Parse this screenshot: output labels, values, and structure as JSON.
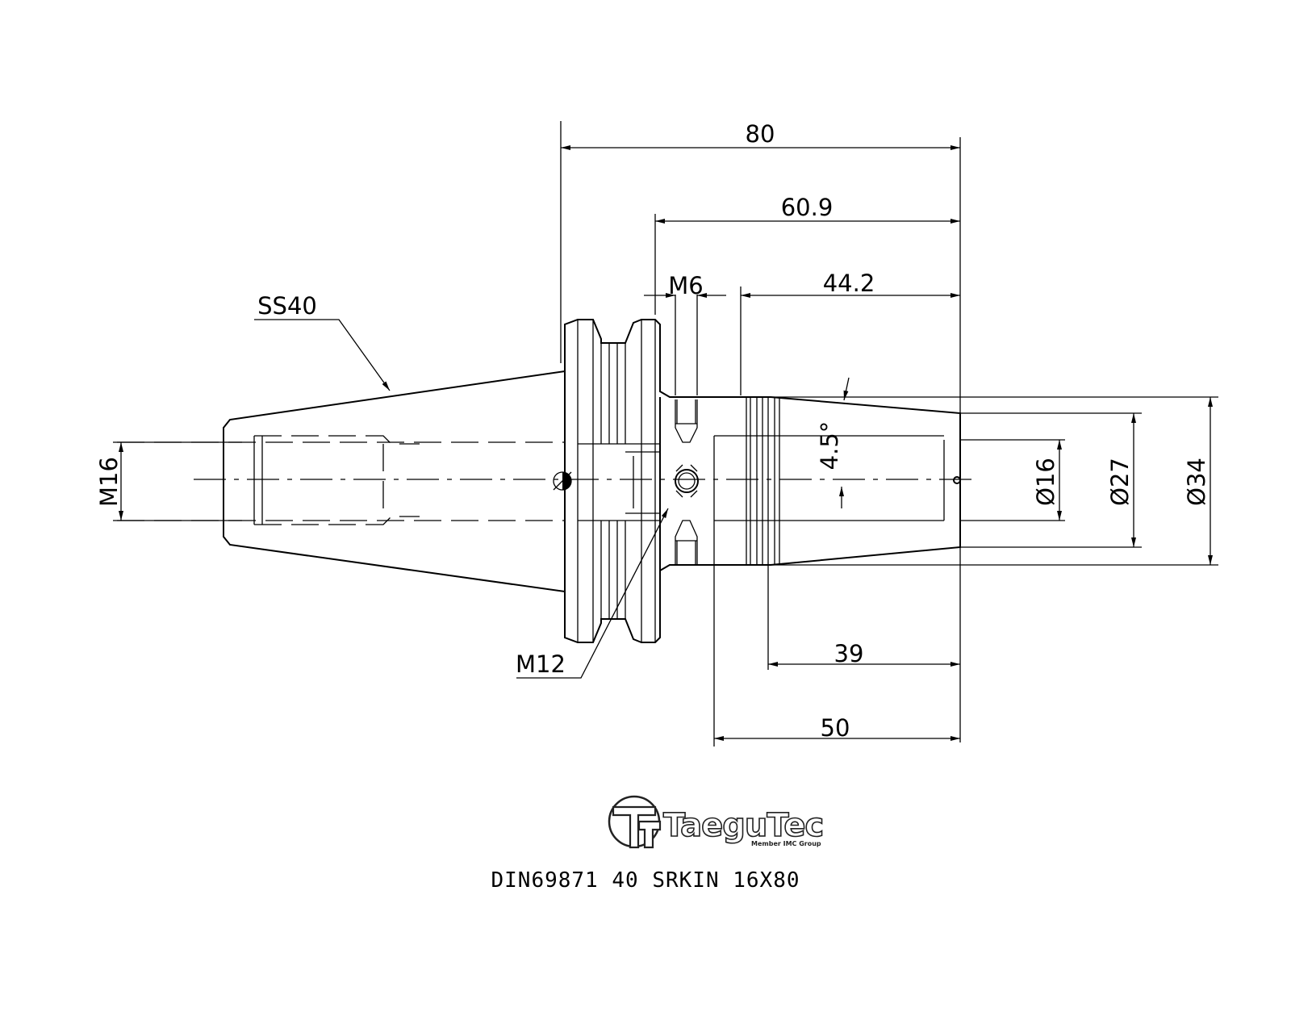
{
  "drawing": {
    "part_number": "DIN69871 40 SRKIN 16X80",
    "logo": {
      "name": "TaeguTec",
      "tagline": "Member IMC Group"
    },
    "dimensions": {
      "overall_length": "80",
      "len_60_9": "60.9",
      "m6_label": "M6",
      "len_44_2": "44.2",
      "taper_label": "SS40",
      "thread_m16": "M16",
      "angle": "4.5°",
      "dia_16": "Ø16",
      "dia_27": "Ø27",
      "dia_34": "Ø34",
      "thread_m12": "M12",
      "len_39": "39",
      "len_50": "50"
    }
  }
}
